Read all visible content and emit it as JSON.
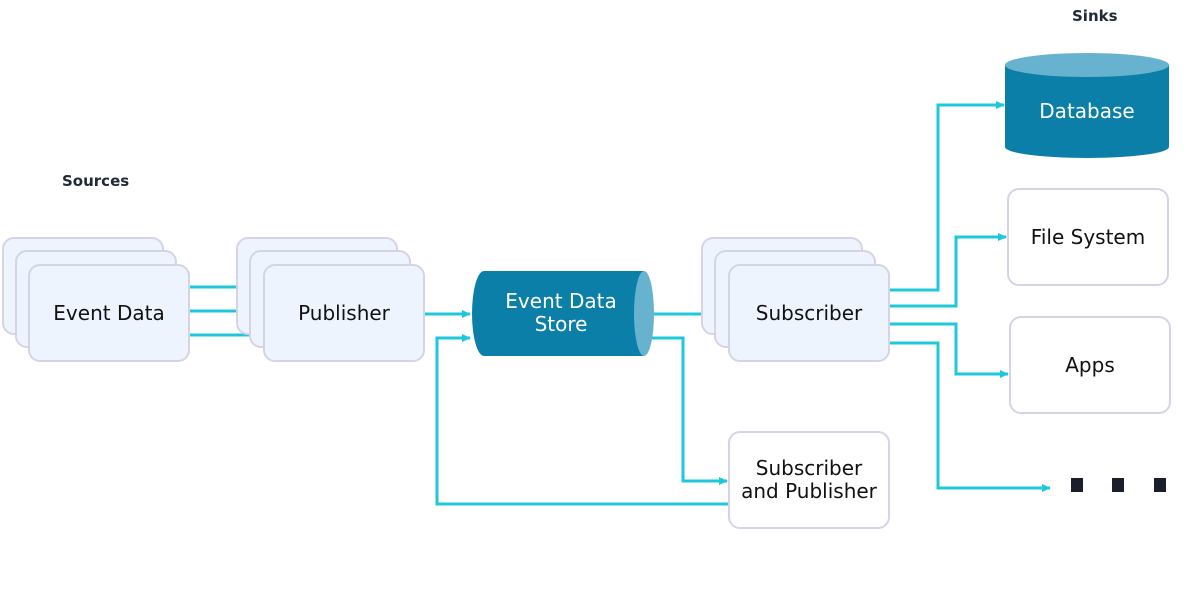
{
  "labels": {
    "sources": "Sources",
    "sinks": "Sinks"
  },
  "nodes": {
    "event_data": "Event Data",
    "publisher": "Publisher",
    "event_data_store": "Event Data\nStore",
    "subscriber": "Subscriber",
    "subscriber_and_publisher": "Subscriber\nand Publisher",
    "database": "Database",
    "file_system": "File System",
    "apps": "Apps"
  },
  "colors": {
    "arrow": "#1ec8d8",
    "store_body": "#0b7fa8",
    "store_cap": "#67b3cf",
    "node_fill": "#eef4fd",
    "node_border": "#d4d4e6",
    "ellipsis": "#1b1f2b"
  },
  "ellipsis": "more sinks"
}
